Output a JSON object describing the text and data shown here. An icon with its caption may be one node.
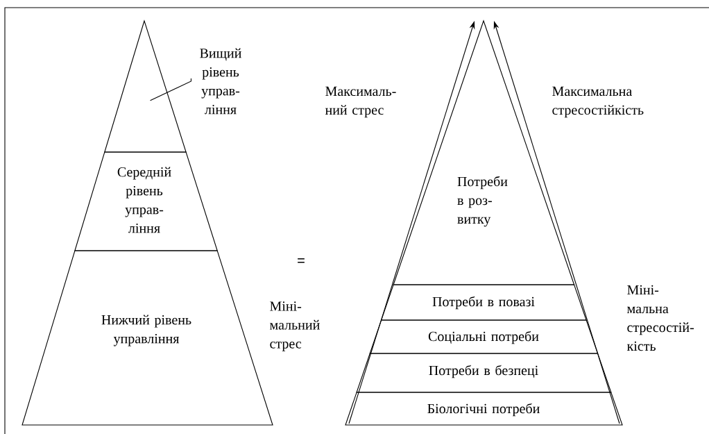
{
  "diagram": {
    "nodes": [
      {
        "text": [],
        "shape": "triangle"
      },
      {
        "text": [
          "Вищий рівень управ-ління"
        ]
      },
      {
        "text": [
          "Середній рівень управ-ління"
        ]
      },
      {
        "text": [
          "Нижчий рівень управління"
        ]
      },
      {
        "text": [
          "Потреби в роз-витку"
        ]
      },
      {
        "text": [
          "Потреби в повазі"
        ]
      },
      {
        "text": [
          "Соціальні потреби"
        ]
      },
      {
        "text": [
          "Потреби в безпеці"
        ]
      },
      {
        "text": [
          "Біологічні потреби"
        ]
      }
    ],
    "edges": [
      {
        "from": 1,
        "to": 0,
        "arrow": "none"
      }
    ],
    "labels": [
      "Максималь-ний стрес",
      "Максимальна стресостійкість",
      "=",
      "Міні-мальний стрес",
      "Міні-мальна стресостій-кість"
    ]
  }
}
